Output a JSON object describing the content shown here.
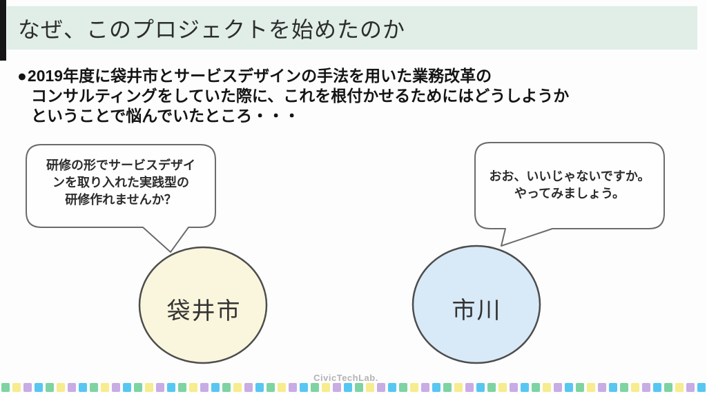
{
  "slide": {
    "title": "なぜ、このプロジェクトを始めたのか",
    "bullet": {
      "marker": "●",
      "line1": "2019年度に袋井市とサービスデザインの手法を用いた業務改革の",
      "line2": "コンサルティングをしていた際に、これを根付かせるためにはどうしようか",
      "line3": "ということで悩んでいたところ・・・"
    },
    "left_dialog": {
      "bubble_line1": "研修の形でサービスデザイ",
      "bubble_line2": "ンを取り入れた実践型の",
      "bubble_line3": "研修作れませんか？",
      "actor_label": "袋井市"
    },
    "right_dialog": {
      "bubble_line1": "おお、いいじゃないですか。",
      "bubble_line2": "やってみましょう。",
      "actor_label": "市川"
    },
    "footer": {
      "logo_text": "CivicTechLab."
    },
    "colors": {
      "title_bar_bg": "#E0EEE7",
      "bubble_fill": "#FEFEFE",
      "bubble_outline": "#6b6b6b",
      "circle_outline": "#4d4d4d",
      "left_circle_fill": "#FAF6DD",
      "right_circle_fill": "#D8E9F7",
      "stripe_colors": [
        "#7ED3A2",
        "#F7EC8E",
        "#C8ACE4",
        "#57C7F2"
      ]
    }
  }
}
